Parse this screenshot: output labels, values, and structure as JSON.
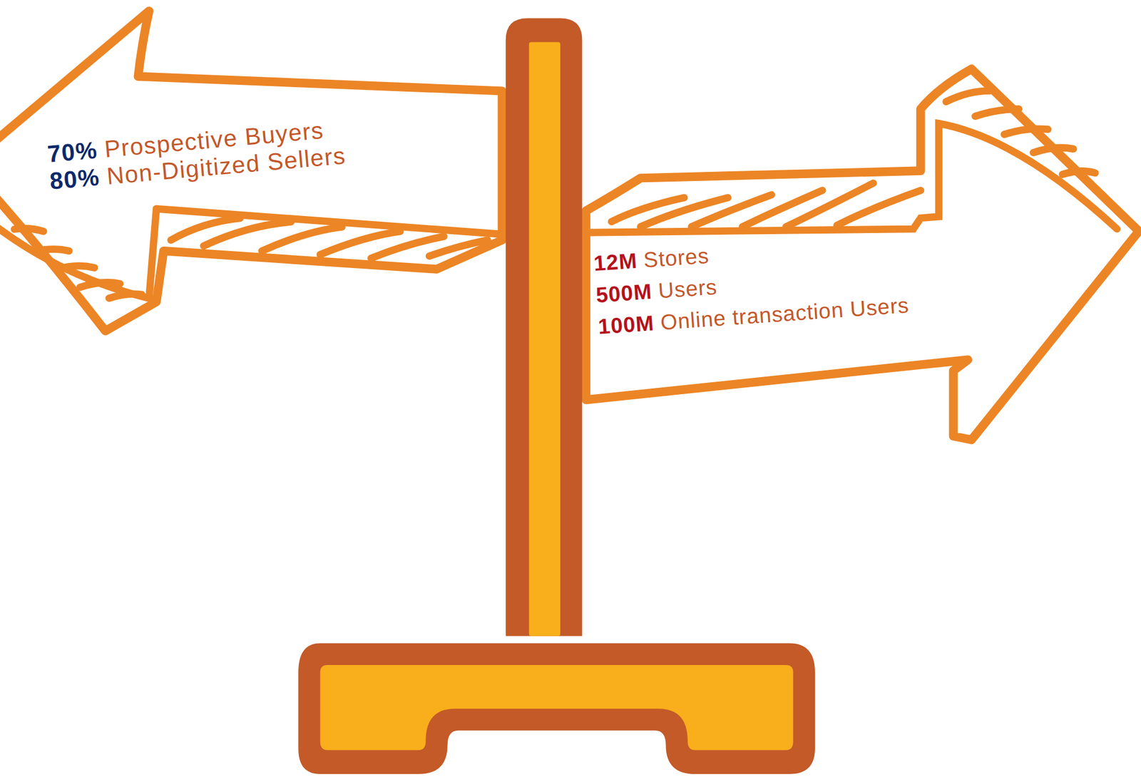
{
  "diagram": {
    "nodes": [
      {
        "text": [
          "70%",
          "Prospective Buyers",
          "80%",
          "Non-Digitized Sellers"
        ]
      },
      {
        "text": [
          "12M",
          "Stores",
          "500M",
          "Users",
          "100M",
          "Online transaction Users"
        ]
      }
    ]
  }
}
